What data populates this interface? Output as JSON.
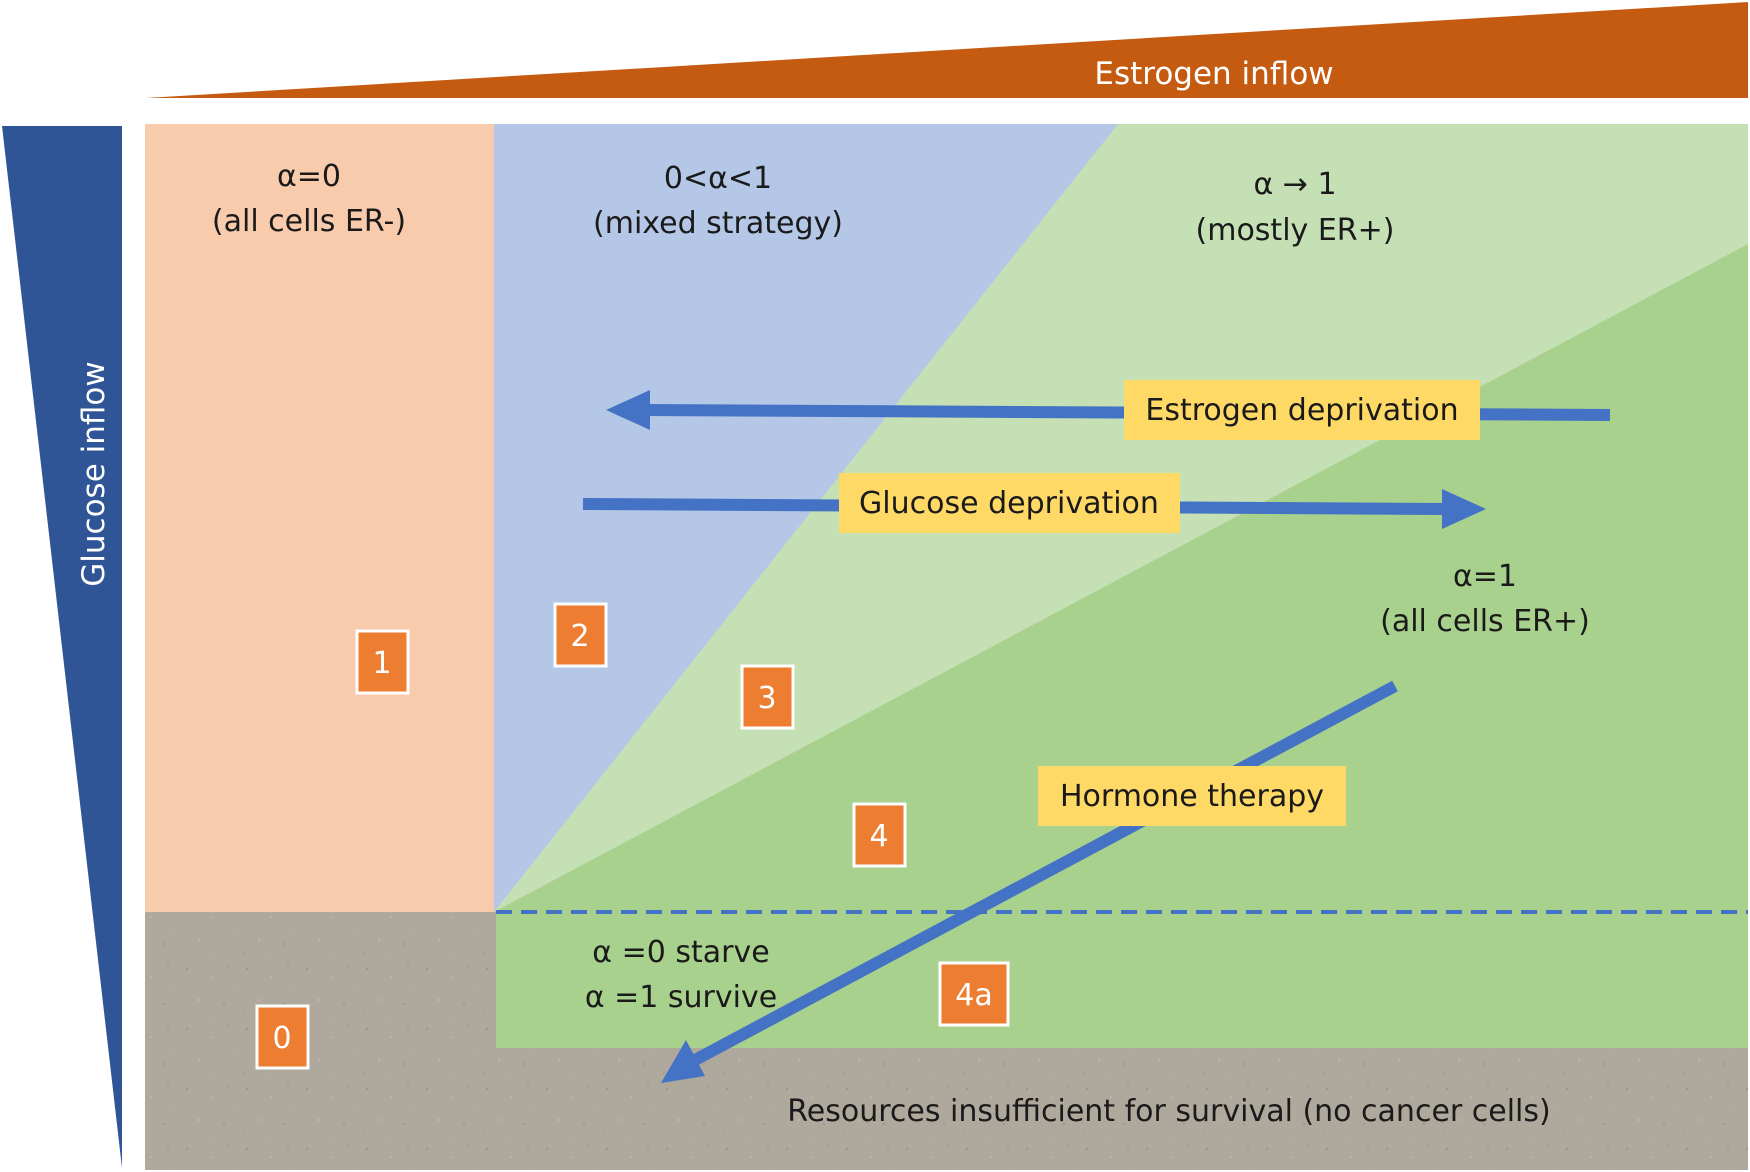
{
  "estrogen_inflow": {
    "label": "Estrogen inflow",
    "color": "#c55a11"
  },
  "glucose_inflow": {
    "label": "Glucose inflow",
    "color": "#2f5597"
  },
  "regions": {
    "alpha0": {
      "line1": "α=0",
      "line2": "(all cells ER-)",
      "color": "#f8cbad"
    },
    "mixed": {
      "line1": "0<α<1",
      "line2": "(mixed strategy)",
      "color": "#b4c7e7"
    },
    "mostly": {
      "line1": "α → 1",
      "line2": "(mostly ER+)",
      "color": "#c5e0b4"
    },
    "alpha1": {
      "line1": "α=1",
      "line2": "(all cells ER+)",
      "color": "#a9d18e"
    },
    "starve": {
      "line1": "α =0 starve",
      "line2": "α =1 survive",
      "color": "#a9d18e"
    },
    "insufficient": {
      "text": "Resources insufficient for survival (no cancer cells)",
      "color": "#afa89d"
    }
  },
  "arrows": {
    "estrogen_deprivation": "Estrogen deprivation",
    "glucose_deprivation": "Glucose deprivation",
    "hormone_therapy": "Hormone therapy",
    "arrow_color": "#4472c4",
    "label_bg": "#ffd966"
  },
  "badges": [
    "0",
    "1",
    "2",
    "3",
    "4",
    "4a"
  ],
  "badge_color": "#ed7d31"
}
